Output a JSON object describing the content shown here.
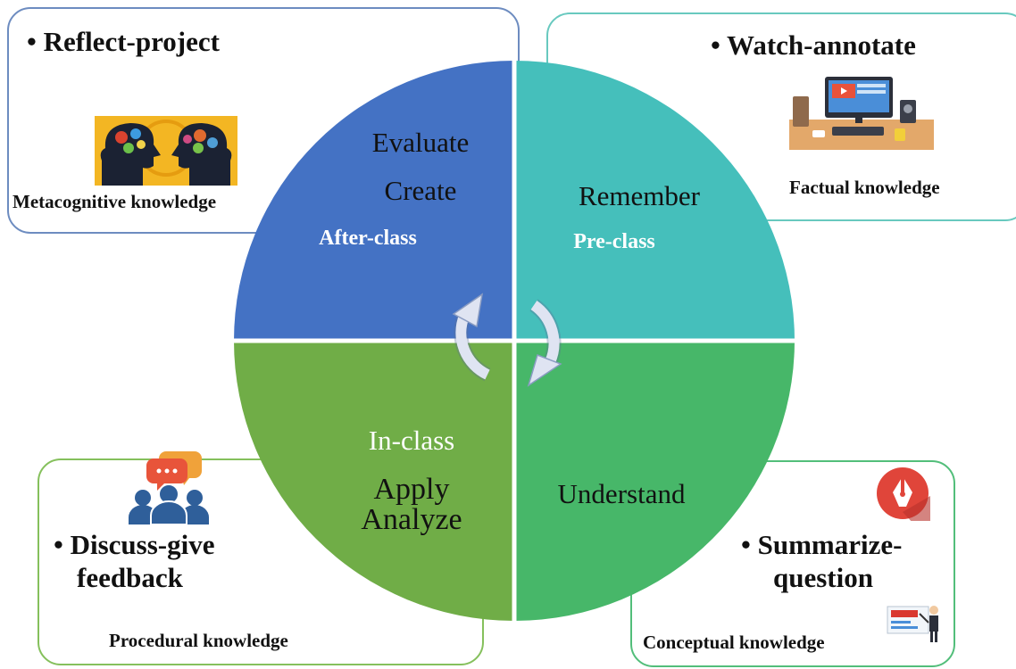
{
  "quadrants": {
    "top_left": {
      "activity": "• Reflect-project",
      "knowledge": "Metacognitive knowledge",
      "levels": [
        "Evaluate",
        "Create"
      ],
      "phase": "After-class",
      "color": "#4472c4"
    },
    "top_right": {
      "activity": "• Watch-annotate",
      "knowledge": "Factual knowledge",
      "levels": [
        "Remember"
      ],
      "phase": "Pre-class",
      "color": "#45bfbb"
    },
    "bottom_left": {
      "activity_lines": [
        "• Discuss-give",
        "feedback"
      ],
      "knowledge": "Procedural knowledge",
      "levels": [
        "Apply",
        "Analyze"
      ],
      "phase": "In-class",
      "color": "#70ad47"
    },
    "bottom_right": {
      "activity_lines": [
        "• Summarize-",
        "question"
      ],
      "knowledge": "Conceptual knowledge",
      "levels": [
        "Understand"
      ],
      "color": "#47b769"
    }
  },
  "icons": {
    "top_left": "two-heads-gears-icon",
    "top_right": "computer-desk-icon",
    "bottom_left": "discussion-group-icon",
    "bottom_right_top": "pen-nib-icon",
    "bottom_right_bottom": "presentation-icon",
    "center": "cycle-arrows-icon"
  }
}
